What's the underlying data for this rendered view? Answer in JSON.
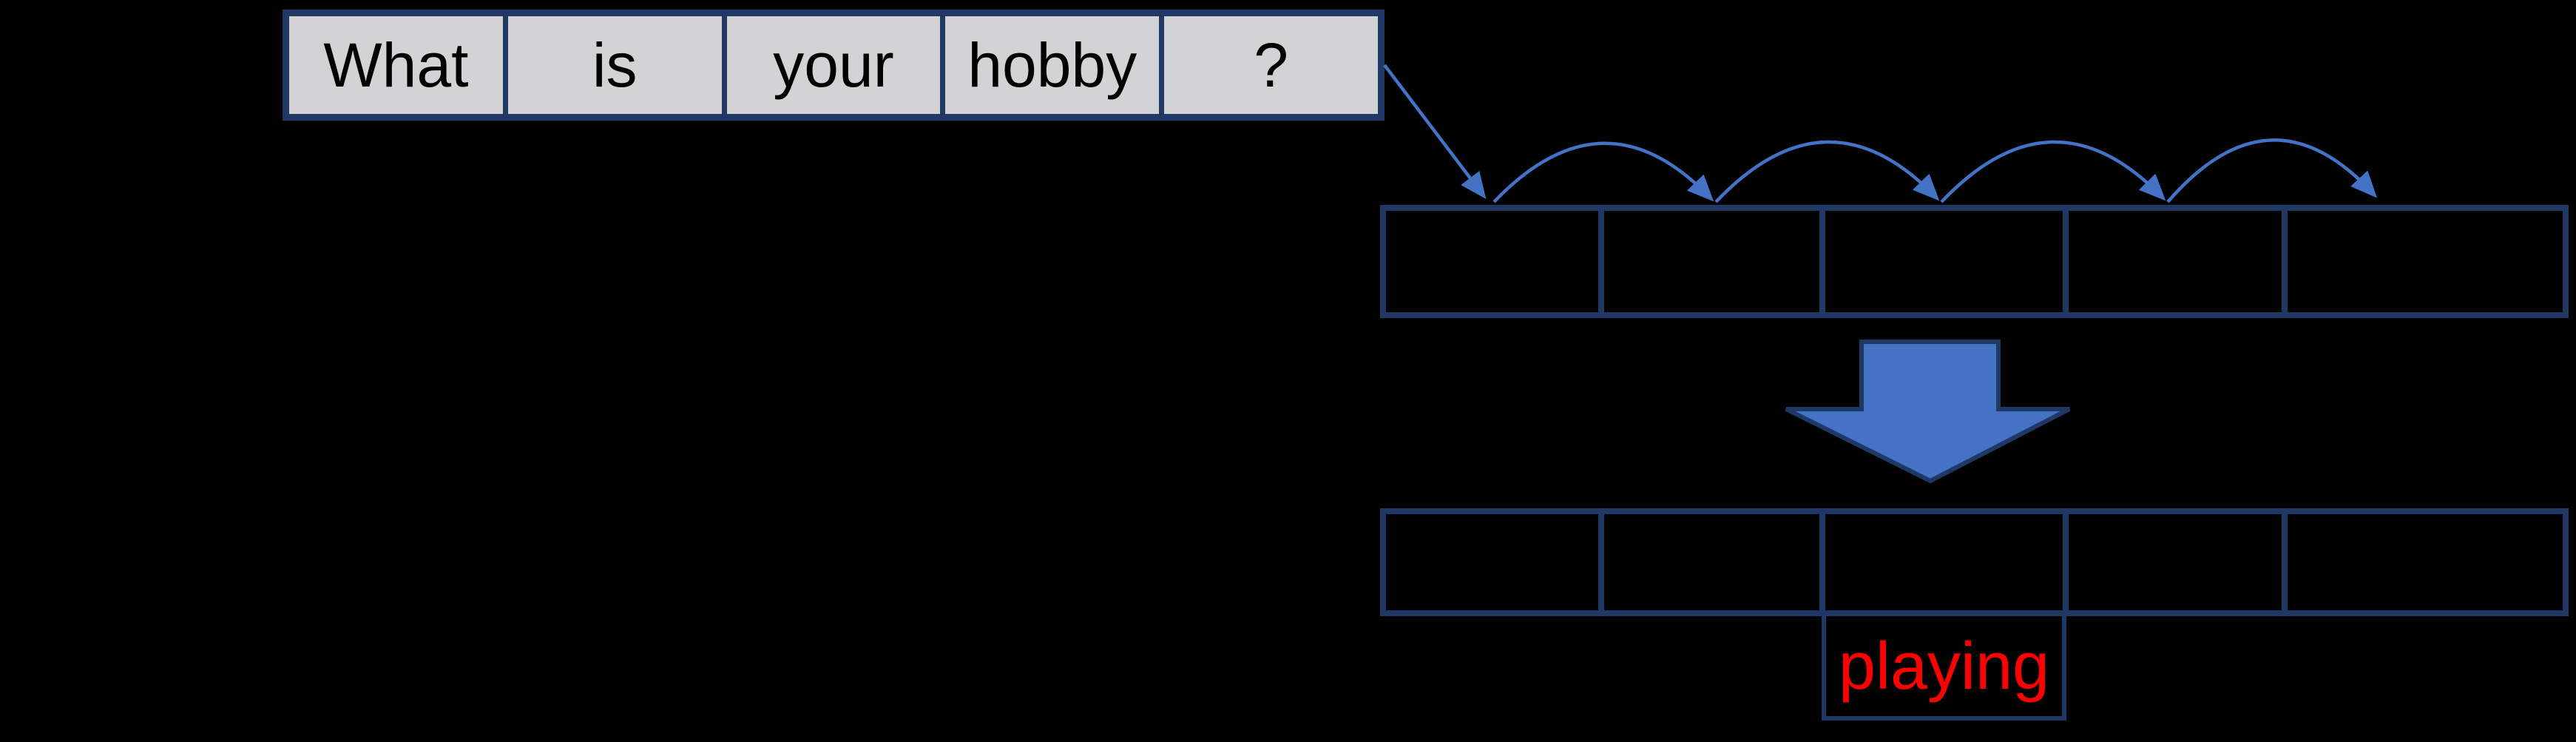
{
  "colors": {
    "background": "#000000",
    "table_border": "#1f3864",
    "word_cell_fill": "#d3d3d5",
    "word_text": "#000000",
    "arrow_blue": "#4472c4",
    "answer_red": "#ff0000"
  },
  "sentence_row": {
    "words": [
      "What",
      "is",
      "your",
      "hobby",
      "?"
    ]
  },
  "embedding_row": {
    "cell_count": 5,
    "cells": [
      "",
      "",
      "",
      "",
      ""
    ]
  },
  "output_row": {
    "cell_count": 5,
    "cells": [
      "",
      "",
      "",
      "",
      ""
    ]
  },
  "answer": {
    "label": "playing"
  },
  "icons": {
    "input_connector_arrow": "diagonal-arrow-icon",
    "hop_arrows": [
      "arc-arrow-icon",
      "arc-arrow-icon",
      "arc-arrow-icon",
      "arc-arrow-icon"
    ],
    "transform_arrow": "big-down-arrow-icon"
  }
}
